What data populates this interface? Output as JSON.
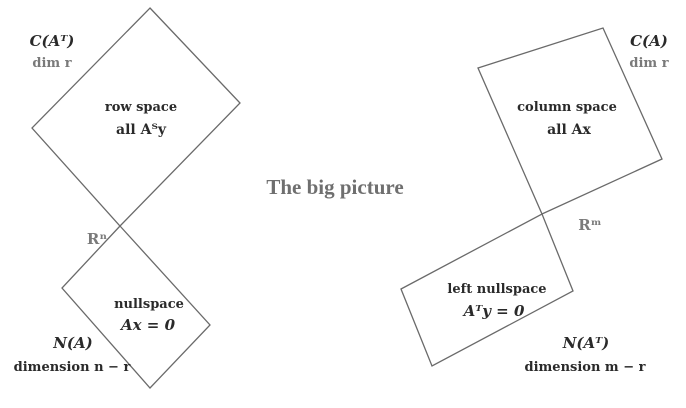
{
  "title": "The big picture",
  "row_space": {
    "label": "C(Aᵀ)",
    "dim": "dim r",
    "name": "row space",
    "desc": "all Aᵀy"
  },
  "rn_label": "Rⁿ",
  "nullspace": {
    "name": "nullspace",
    "eq": "Ax = 0",
    "label": "N(A)",
    "dim": "dimension n − r"
  },
  "column_space": {
    "label": "C(A)",
    "dim": "dim r",
    "name": "column space",
    "desc": "all Ax"
  },
  "rm_label": "Rᵐ",
  "left_nullspace": {
    "name": "left nullspace",
    "eq": "Aᵀy = 0",
    "label": "N(Aᵀ)",
    "dim": "dimension m − r"
  }
}
